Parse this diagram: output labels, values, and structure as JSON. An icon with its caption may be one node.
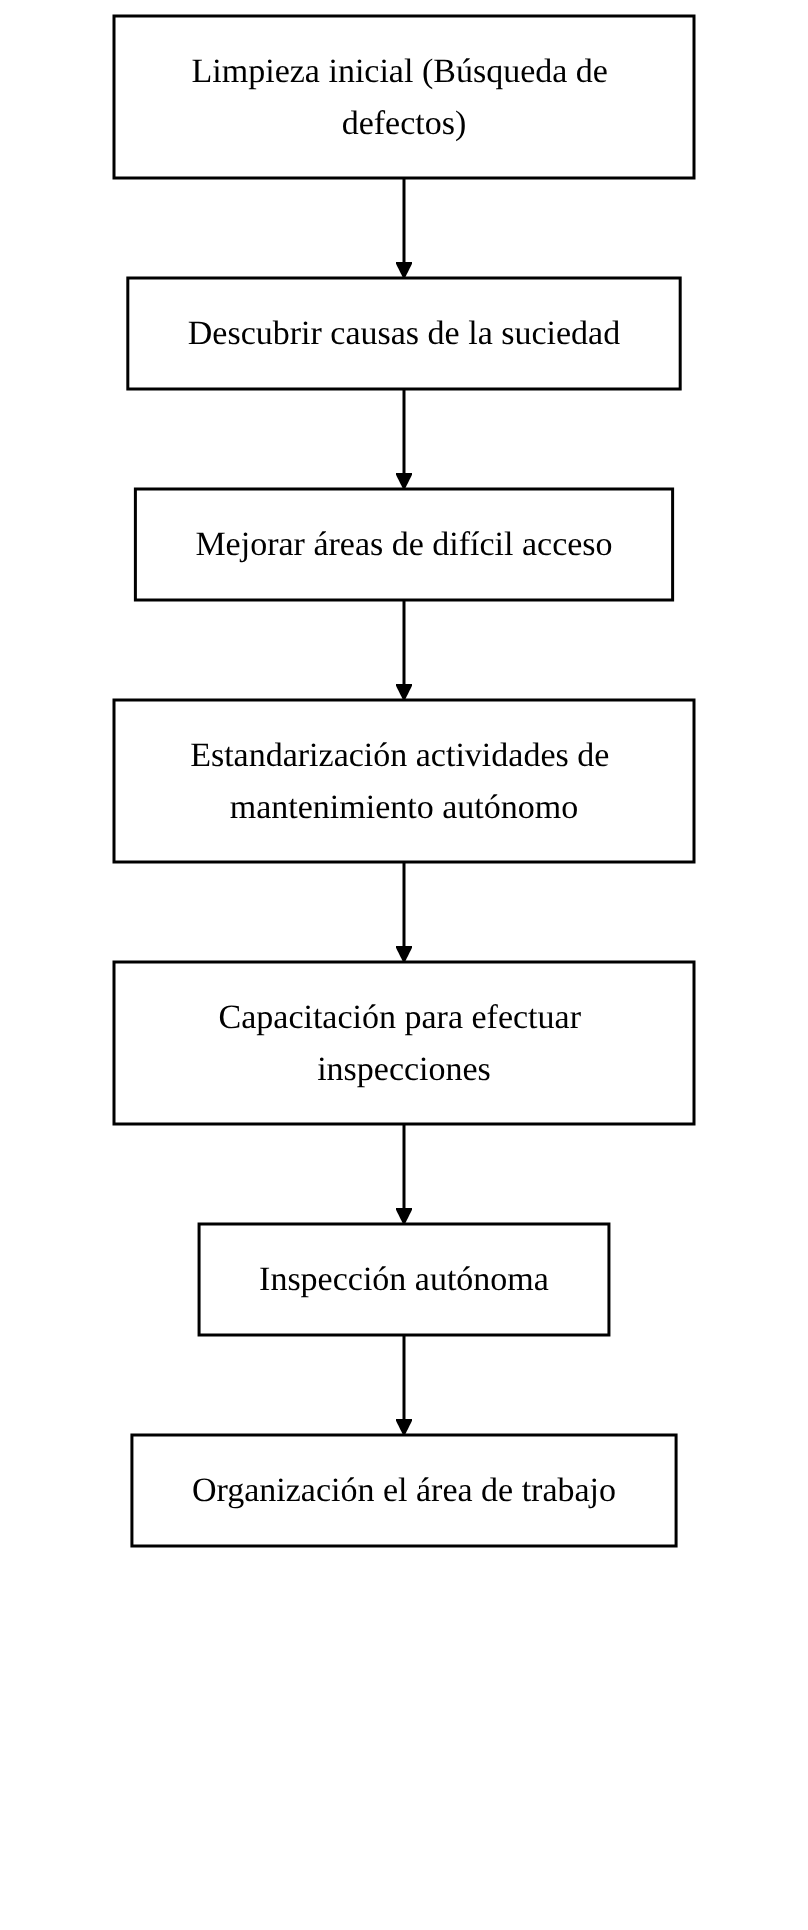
{
  "diagram": {
    "nodes": [
      {
        "text": [
          "Limpieza inicial (Búsqueda de defectos)"
        ]
      },
      {
        "text": [
          "Descubrir causas de la suciedad"
        ]
      },
      {
        "text": [
          "Mejorar áreas de difícil acceso"
        ]
      },
      {
        "text": [
          "Estandarización actividades de mantenimiento autónomo"
        ]
      },
      {
        "text": [
          "Capacitación para efectuar inspecciones"
        ]
      },
      {
        "text": [
          "Inspección autónoma"
        ]
      },
      {
        "text": [
          "Organización el área de trabajo"
        ]
      }
    ],
    "edges": [
      {
        "from": 0,
        "to": 1,
        "arrow": "to"
      },
      {
        "from": 1,
        "to": 2,
        "arrow": "to"
      },
      {
        "from": 2,
        "to": 3,
        "arrow": "to"
      },
      {
        "from": 3,
        "to": 4,
        "arrow": "to"
      },
      {
        "from": 4,
        "to": 5,
        "arrow": "to"
      },
      {
        "from": 5,
        "to": 6,
        "arrow": "to"
      }
    ]
  }
}
